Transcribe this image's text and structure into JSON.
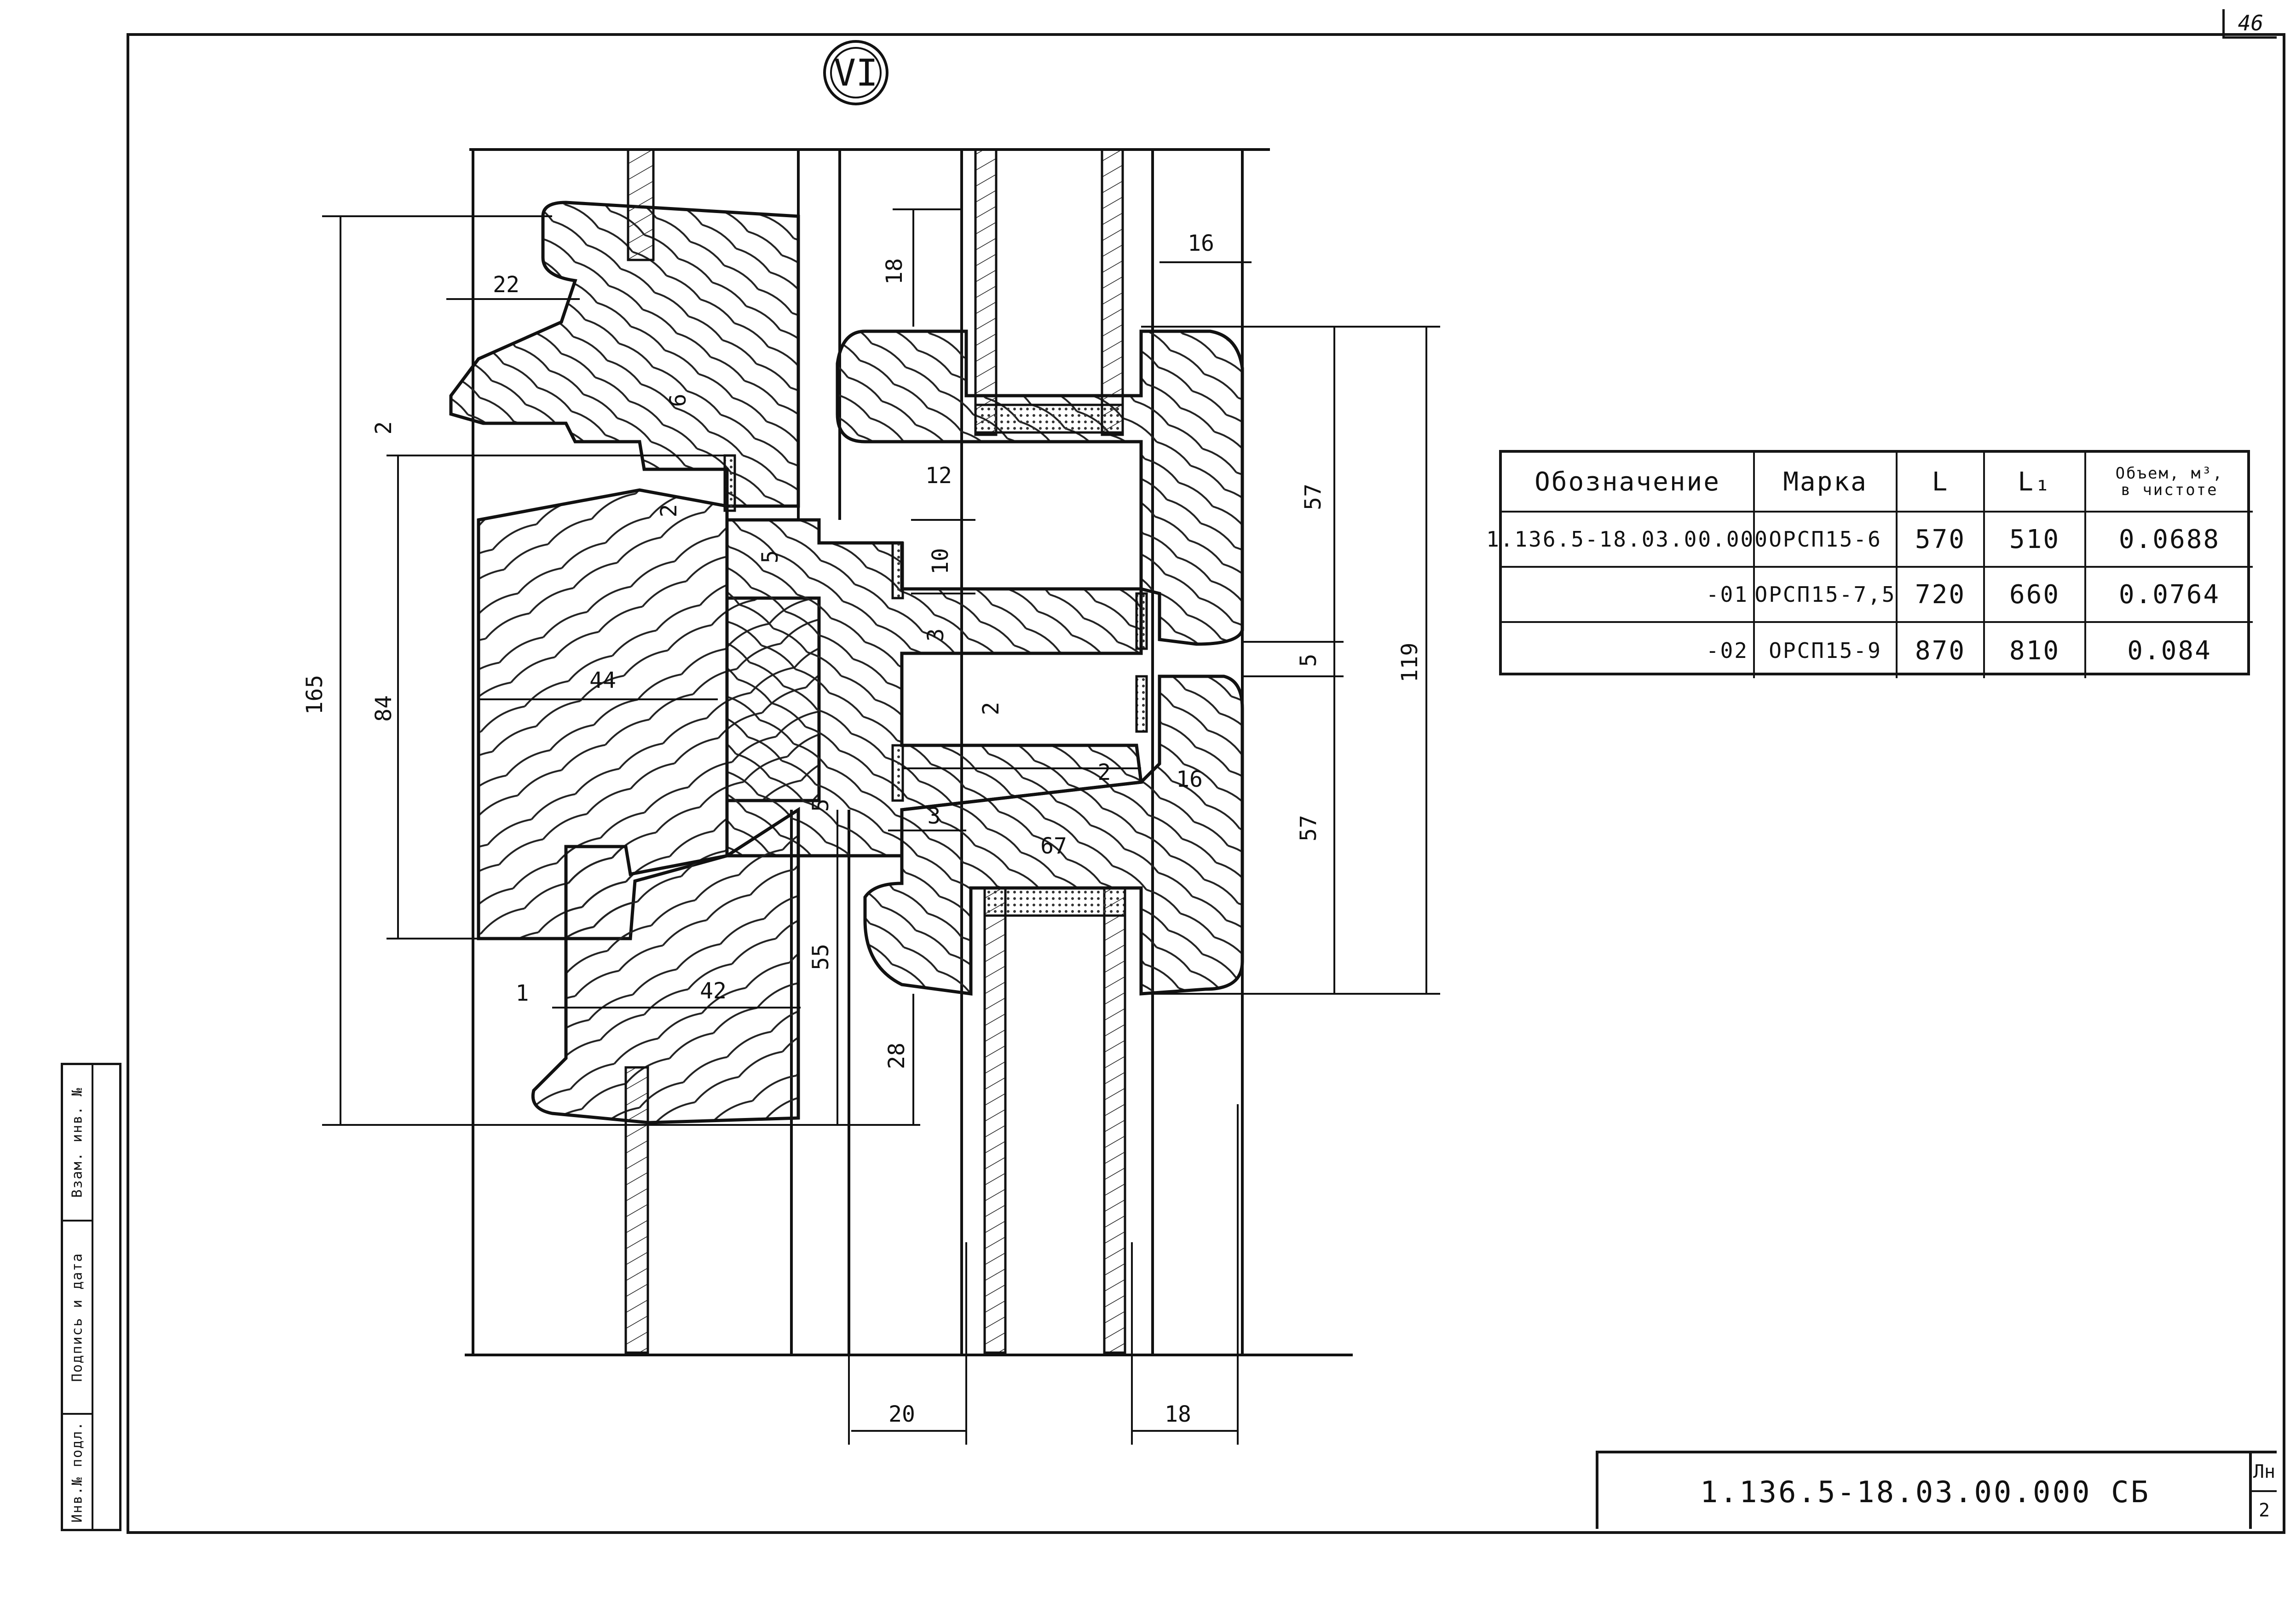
{
  "sheet": {
    "page_number": "46",
    "view_marker": "VI",
    "document_code": "1.136.5-18.03.00.000 СБ",
    "sheet_index_top": "Лн",
    "sheet_index_bottom": "2"
  },
  "side_stamp": {
    "fields": [
      "Инв.№ подл.",
      "Подпись и дата",
      "Взам. инв. №"
    ]
  },
  "table": {
    "headers": {
      "designation": "Обозначение",
      "mark": "Марка",
      "L": "L",
      "L1": "L₁",
      "volume_line1": "Объем, м³,",
      "volume_line2": "в чистоте"
    },
    "rows": [
      {
        "designation": "1.136.5-18.03.00.000",
        "mark": "ОРСП15-6",
        "L": "570",
        "L1": "510",
        "volume": "0.0688"
      },
      {
        "designation": "-01",
        "mark": "ОРСП15-7,5",
        "L": "720",
        "L1": "660",
        "volume": "0.0764"
      },
      {
        "designation": "-02",
        "mark": "ОРСП15-9",
        "L": "870",
        "L1": "810",
        "volume": "0.084"
      }
    ]
  },
  "dimensions": {
    "d165": "165",
    "d84": "84",
    "d22": "22",
    "d2a": "2",
    "d2b": "2",
    "d6": "6",
    "d44": "44",
    "d5a": "5",
    "d12": "12",
    "d10": "10",
    "d3a": "3",
    "d18top": "18",
    "d16top": "16",
    "d57a": "57",
    "d5b": "5",
    "d119": "119",
    "d2c": "2",
    "d2d": "2",
    "d16b": "16",
    "d5c": "5",
    "d3b": "3",
    "d67": "67",
    "d57b": "57",
    "d1": "1",
    "d42": "42",
    "d55": "55",
    "d28": "28",
    "d20": "20",
    "d18bot": "18"
  }
}
